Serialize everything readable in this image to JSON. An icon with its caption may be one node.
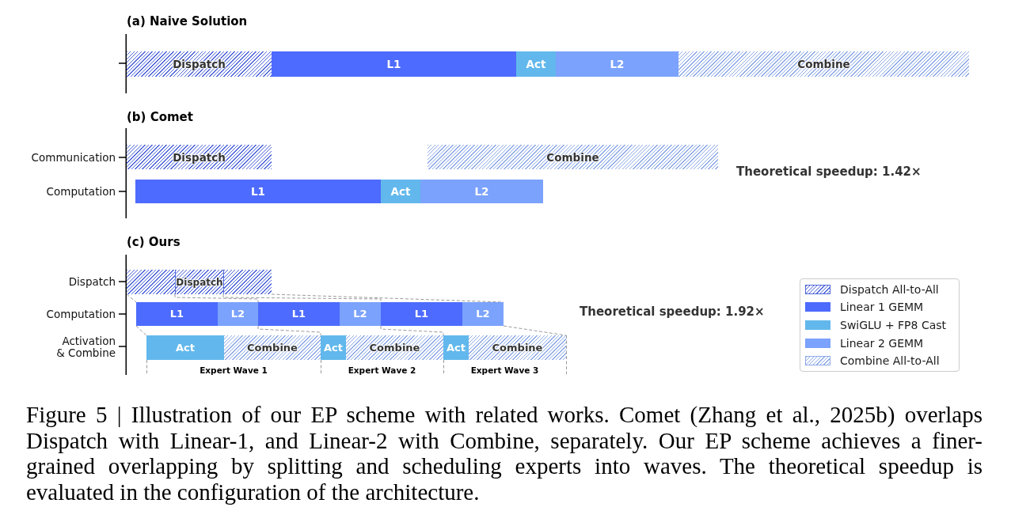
{
  "diagram": {
    "caption": "Figure 5 | Illustration of our EP scheme with related works. Comet (Zhang et al., 2025b) overlaps Dispatch with Linear-1, and Linear-2 with Combine, separately. Our EP scheme achieves a finer-grained overlapping by splitting and scheduling experts into waves. The theoretical speedup is evaluated in the configuration of the architecture.",
    "nodes": [
      {
        "text": [
          "Dispatch"
        ]
      },
      {
        "text": [
          "L1"
        ]
      },
      {
        "text": [
          "Act"
        ]
      },
      {
        "text": [
          "L2"
        ]
      },
      {
        "text": [
          "Combine"
        ]
      },
      {
        "text": [
          "Dispatch"
        ]
      },
      {
        "text": [
          "Combine"
        ]
      },
      {
        "text": [
          "L1"
        ]
      },
      {
        "text": [
          "Act"
        ]
      },
      {
        "text": [
          "L2"
        ]
      },
      {
        "text": [],
        "shape": "bar"
      },
      {
        "text": [
          "Dispatch"
        ]
      },
      {
        "text": [],
        "shape": "bar"
      },
      {
        "text": [
          "L1"
        ]
      },
      {
        "text": [
          "L2"
        ]
      },
      {
        "text": [
          "L1"
        ]
      },
      {
        "text": [
          "L2"
        ]
      },
      {
        "text": [
          "L1"
        ]
      },
      {
        "text": [
          "L2"
        ]
      },
      {
        "text": [
          "Act"
        ]
      },
      {
        "text": [
          "Combine"
        ]
      },
      {
        "text": [
          "Act"
        ]
      },
      {
        "text": [
          "Combine"
        ]
      },
      {
        "text": [
          "Act"
        ]
      },
      {
        "text": [
          "Combine"
        ]
      }
    ],
    "edges": [
      {
        "from": 10,
        "to": 13,
        "arrow": "none",
        "style": "dashed"
      },
      {
        "from": 11,
        "to": 15,
        "arrow": "none",
        "style": "dashed"
      },
      {
        "from": 12,
        "to": 17,
        "arrow": "none",
        "style": "dashed"
      },
      {
        "from": 12,
        "to": 18,
        "arrow": "none",
        "style": "dashed"
      },
      {
        "from": 13,
        "to": 19,
        "arrow": "none",
        "style": "dashed"
      },
      {
        "from": 15,
        "to": 21,
        "arrow": "none",
        "style": "dashed"
      },
      {
        "from": 17,
        "to": 23,
        "arrow": "none",
        "style": "dashed"
      },
      {
        "from": 18,
        "to": 24,
        "arrow": "none",
        "style": "dashed"
      }
    ],
    "labels": [
      "(a) Naive Solution",
      "(b) Comet",
      "Communication",
      "Computation",
      "Theoretical speedup: 1.42×",
      "(c) Ours",
      "Dispatch",
      "Computation",
      "Activation & Combine",
      "Theoretical speedup: 1.92×",
      "Expert Wave 1",
      "Expert Wave 2",
      "Expert Wave 3"
    ],
    "legend": [
      {
        "text": "Dispatch All-to-All",
        "color": "#4f67d9"
      },
      {
        "text": "Linear 1 GEMM",
        "color": "#4d6bfe"
      },
      {
        "text": "SwiGLU + FP8 Cast",
        "color": "#62b8ec"
      },
      {
        "text": "Linear 2 GEMM",
        "color": "#7ba2fc"
      },
      {
        "text": "Combine All-to-All",
        "color": "#8eaae8"
      }
    ]
  }
}
